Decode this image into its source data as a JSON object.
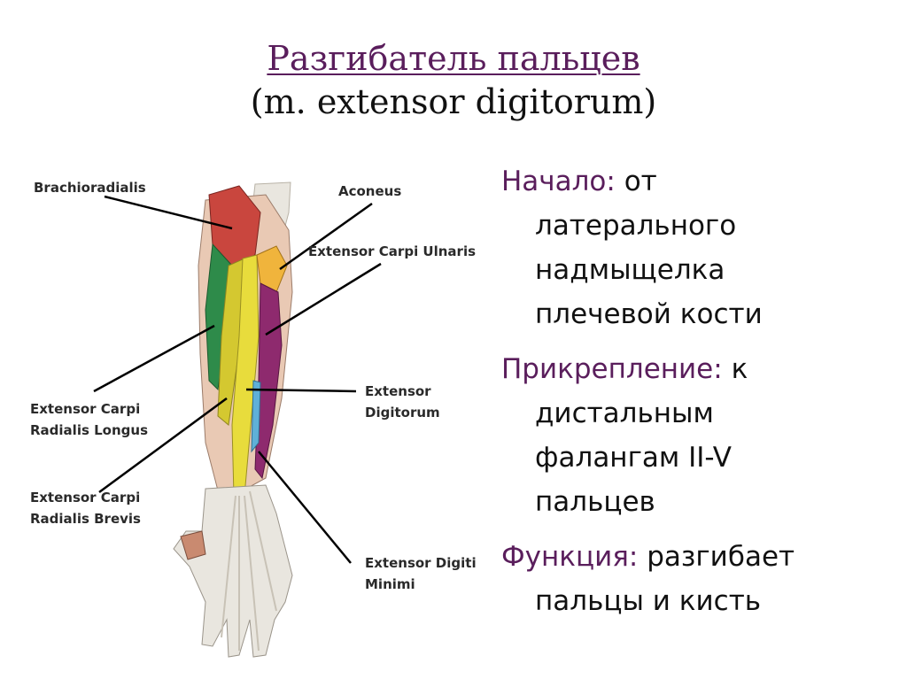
{
  "title": {
    "line1": "Разгибатель пальцев",
    "line2": "(m. extensor digitorum)"
  },
  "figure": {
    "labels": {
      "brachioradialis": "Brachioradialis",
      "aconeus": "Aconeus",
      "ecu": "Extensor Carpi Ulnaris",
      "ecrl": [
        "Extensor Carpi",
        "Radialis Longus"
      ],
      "ecrb": [
        "Extensor Carpi",
        "Radialis Brevis"
      ],
      "ed": [
        "Extensor",
        "Digitorum"
      ],
      "edm": [
        "Extensor Digiti",
        "Minimi"
      ]
    },
    "colors": {
      "brachioradialis": "#c9463e",
      "ecrl": "#2e8b4a",
      "ecrb": "#e6d83a",
      "ed": "#e8dc3c",
      "ecu": "#8e2a6e",
      "aconeus": "#f0b43c",
      "edm": "#5fb0d8",
      "bone": "#e9e6df"
    }
  },
  "description": {
    "origin": {
      "term": "Начало:",
      "lines": [
        "от",
        "латерального",
        "надмыщелка",
        "плечевой кости"
      ]
    },
    "insertion": {
      "term": "Прикрепление:",
      "lines": [
        "к",
        "дистальным",
        "фалангам II-V",
        "пальцев"
      ]
    },
    "function": {
      "term": "Функция:",
      "lines": [
        "разгибает",
        "пальцы и кисть"
      ]
    },
    "accent_color": "#5a1e5c"
  }
}
